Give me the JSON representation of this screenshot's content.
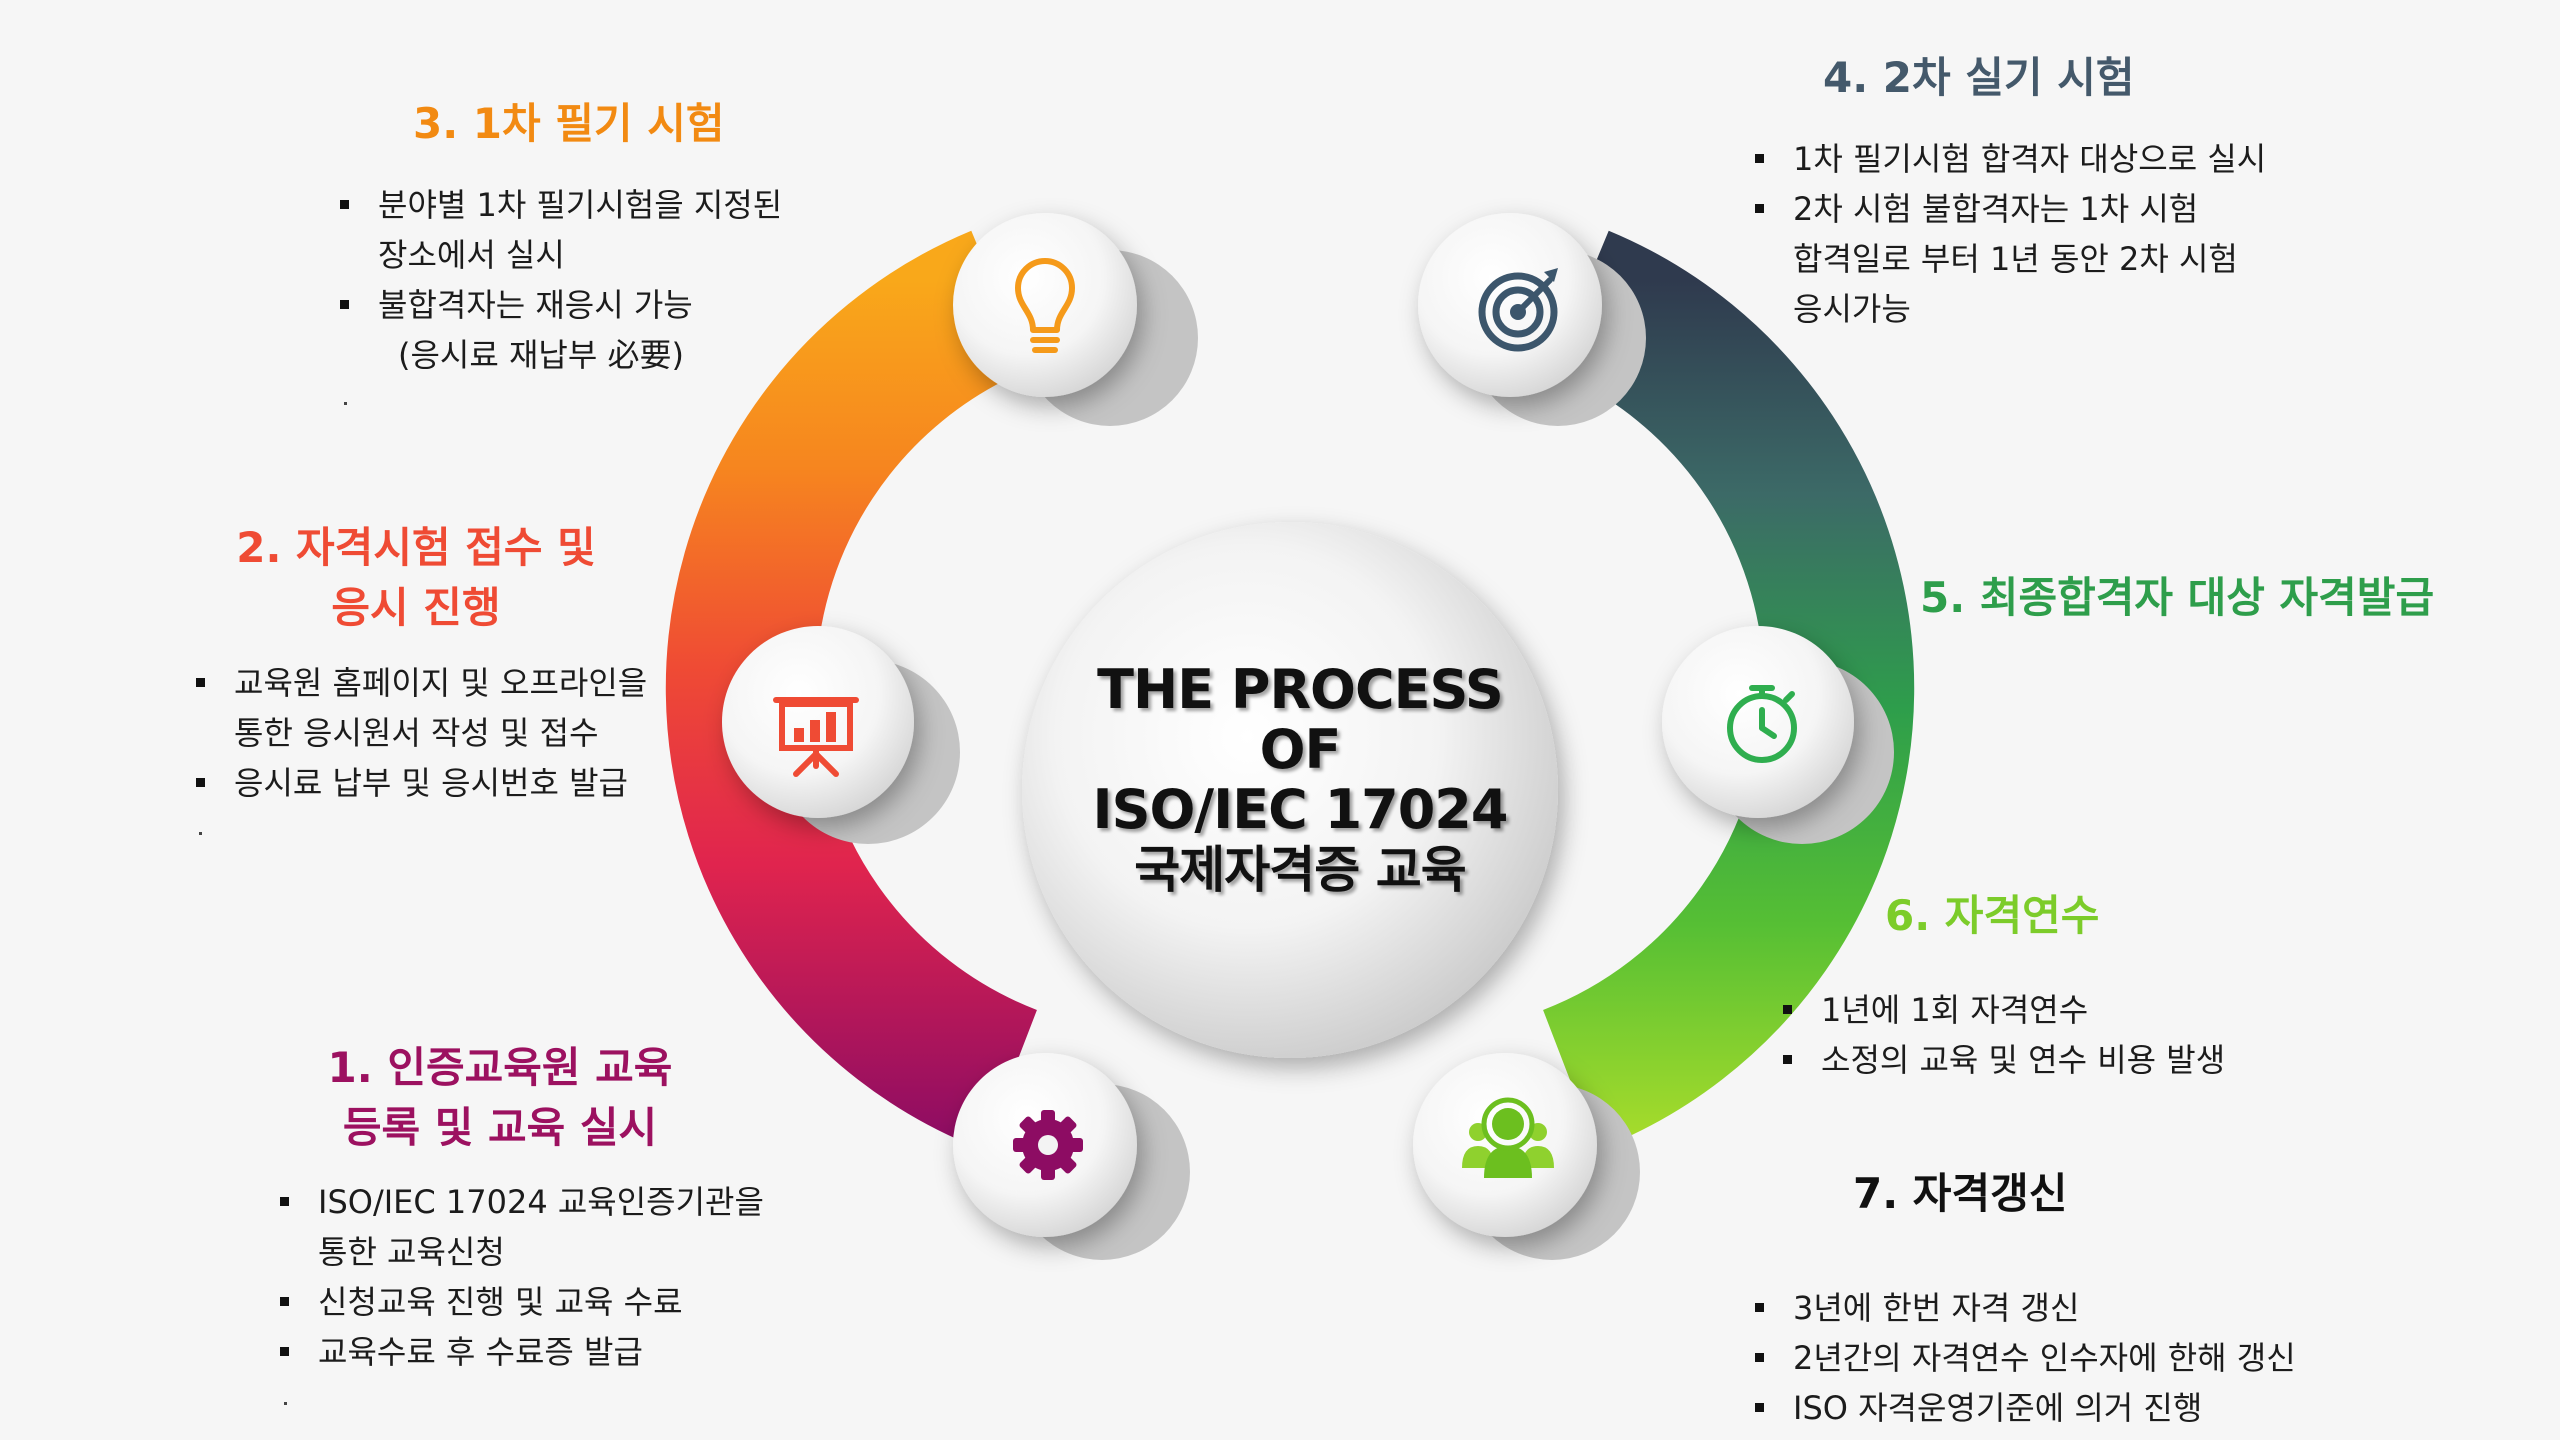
{
  "center": {
    "line1": "THE PROCESS",
    "line2": "OF",
    "line3": "ISO/IEC 17024",
    "line4": "국제자격증 교육"
  },
  "colors": {
    "step1": "#9c1160",
    "step2": "#ef4b34",
    "step3": "#f28a12",
    "step4": "#44596b",
    "step5": "#2e9e4b",
    "step6": "#7ccc2a",
    "step7": "#111111"
  },
  "icons": [
    "gear-icon",
    "presentation-chart-icon",
    "lightbulb-icon",
    "target-icon",
    "stopwatch-icon",
    "team-icon"
  ],
  "steps": [
    {
      "title_line1": "1. 인증교육원  교육",
      "title_line2": "등록 및 교육 실시",
      "bullets": [
        "ISO/IEC 17024 교육인증기관을",
        "통한 교육신청",
        "신청교육 진행 및 교육 수료",
        "교육수료 후 수료증 발급"
      ]
    },
    {
      "title_line1": "2. 자격시험 접수 및",
      "title_line2": "응시 진행",
      "bullets": [
        "교육원 홈페이지 및 오프라인을",
        "통한 응시원서 작성 및 접수",
        "응시료 납부 및 응시번호 발급"
      ]
    },
    {
      "title_line1": "3. 1차 필기 시험",
      "bullets": [
        "분야별 1차 필기시험을  지정된",
        "장소에서 실시",
        "불합격자는 재응시 가능",
        "(응시료 재납부 必要)"
      ]
    },
    {
      "title_line1": "4. 2차 실기 시험",
      "bullets": [
        "1차 필기시험 합격자 대상으로 실시",
        "2차 시험 불합격자는  1차 시험",
        "합격일로 부터 1년 동안 2차 시험",
        "응시가능"
      ]
    },
    {
      "title_line1": "5. 최종합격자 대상 자격발급"
    },
    {
      "title_line1": "6. 자격연수",
      "bullets": [
        "1년에 1회 자격연수",
        "소정의 교육 및 연수 비용 발생"
      ]
    },
    {
      "title_line1": "7. 자격갱신",
      "bullets": [
        "3년에 한번 자격 갱신",
        "2년간의 자격연수 인수자에 한해 갱신",
        "ISO 자격운영기준에 의거 진행"
      ]
    }
  ]
}
